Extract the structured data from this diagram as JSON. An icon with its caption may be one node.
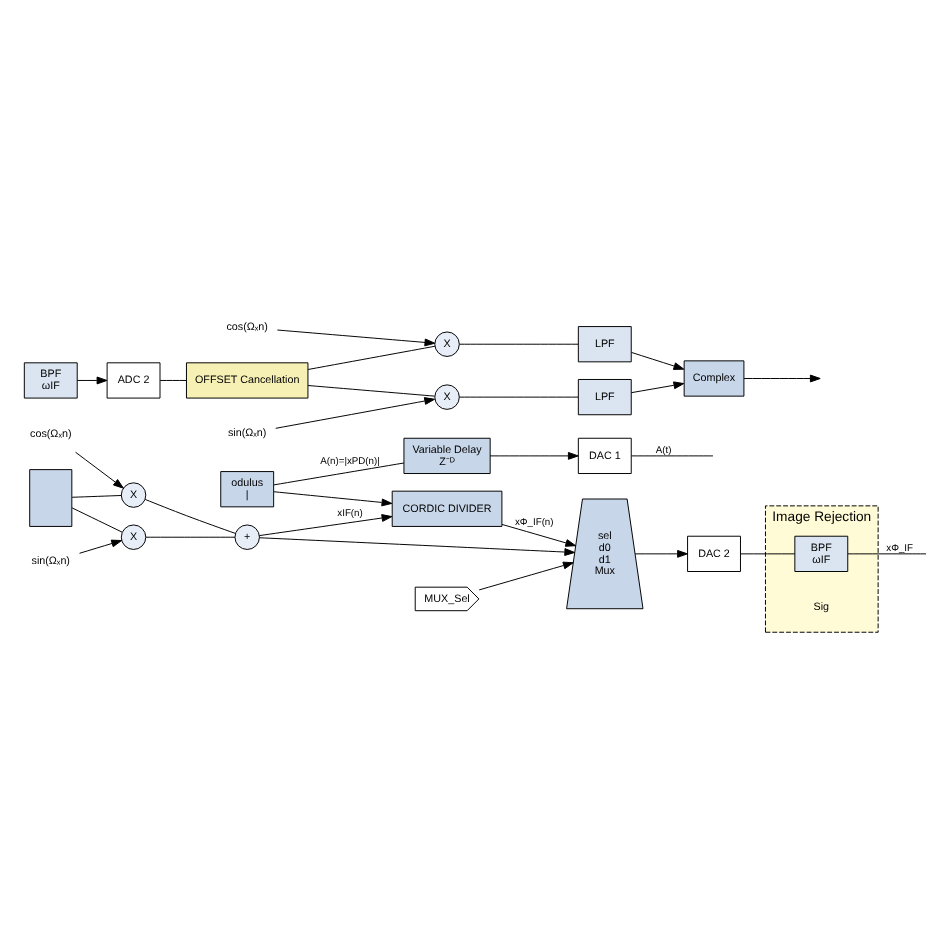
{
  "diagram": {
    "nodes": [
      {
        "text": [
          "odulus",
          "|"
        ]
      },
      {
        "text": [
          "Variable Delay",
          "Z⁻ᴰ"
        ]
      },
      {
        "text": [
          "DAC 1"
        ]
      },
      {
        "text": [
          "MUX_Sel"
        ]
      },
      {
        "text": [],
        "shape": "box"
      },
      {
        "text": [
          "cos(Ωₓn)"
        ]
      },
      {
        "text": [
          "X"
        ]
      },
      {
        "text": [
          "X"
        ]
      },
      {
        "text": [
          "sin(Ωₓn)"
        ]
      },
      {
        "text": [
          "+"
        ]
      },
      {
        "text": [
          "CORDIC DIVIDER"
        ]
      },
      {
        "text": [
          "sel",
          "d0",
          "d1",
          "Mux"
        ]
      },
      {
        "text": [
          "DAC 2"
        ]
      },
      {
        "text": [
          "Image Rejection"
        ]
      },
      {
        "text": [
          "BPF",
          "ωIF"
        ],
        "in": 13
      },
      {
        "text": [
          "Sig"
        ],
        "in": 13
      },
      {
        "text": [
          "BPF",
          "ωIF"
        ]
      },
      {
        "text": [
          "ADC 2"
        ]
      },
      {
        "text": [
          "OFFSET Cancellation"
        ]
      },
      {
        "text": [
          "cos(Ωₓn)"
        ]
      },
      {
        "text": [
          "X"
        ]
      },
      {
        "text": [
          "X"
        ]
      },
      {
        "text": [
          "sin(Ωₓn)"
        ]
      },
      {
        "text": [
          "LPF"
        ]
      },
      {
        "text": [
          "LPF"
        ]
      },
      {
        "text": [
          "Complex"
        ]
      }
    ],
    "edges": [
      {
        "from": 0,
        "to": 1,
        "arrow": "none",
        "label": "A(n)=|xPD(n)|"
      },
      {
        "from": 1,
        "to": 2,
        "arrow": "to"
      },
      {
        "from": 2,
        "to": null,
        "arrow": "none",
        "label": "A(t)"
      },
      {
        "from": 0,
        "to": 10,
        "arrow": "to"
      },
      {
        "from": 3,
        "to": 11,
        "arrow": "to"
      },
      {
        "from": 4,
        "to": 6,
        "arrow": "none"
      },
      {
        "from": 4,
        "to": 7,
        "arrow": "none"
      },
      {
        "from": 5,
        "to": 6,
        "arrow": "to"
      },
      {
        "from": 8,
        "to": 7,
        "arrow": "to"
      },
      {
        "from": 6,
        "to": 9,
        "arrow": "none"
      },
      {
        "from": 7,
        "to": 9,
        "arrow": "none"
      },
      {
        "from": 9,
        "to": 10,
        "arrow": "to",
        "label": "xIF(n)"
      },
      {
        "from": 9,
        "to": 11,
        "arrow": "to"
      },
      {
        "from": 10,
        "to": 11,
        "arrow": "to",
        "label": "xΦ_IF(n)"
      },
      {
        "from": 11,
        "to": 12,
        "arrow": "to"
      },
      {
        "from": 12,
        "to": 14,
        "arrow": "none"
      },
      {
        "from": 14,
        "to": null,
        "arrow": "none",
        "label": "xΦ_IF"
      },
      {
        "from": 16,
        "to": 17,
        "arrow": "to"
      },
      {
        "from": 17,
        "to": 18,
        "arrow": "none"
      },
      {
        "from": 18,
        "to": 20,
        "arrow": "none"
      },
      {
        "from": 18,
        "to": 21,
        "arrow": "none"
      },
      {
        "from": 19,
        "to": 20,
        "arrow": "to"
      },
      {
        "from": 22,
        "to": 21,
        "arrow": "to"
      },
      {
        "from": 20,
        "to": 23,
        "arrow": "none"
      },
      {
        "from": 21,
        "to": 24,
        "arrow": "none"
      },
      {
        "from": 23,
        "to": 25,
        "arrow": "to"
      },
      {
        "from": 24,
        "to": 25,
        "arrow": "to"
      },
      {
        "from": 25,
        "to": null,
        "arrow": "to"
      }
    ]
  }
}
